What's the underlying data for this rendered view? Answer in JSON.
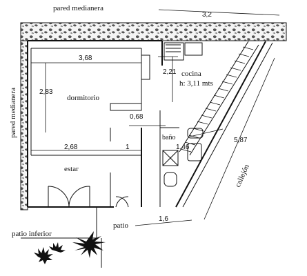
{
  "labels": {
    "top_wall": "pared medianera",
    "left_wall": "pared medianera",
    "bedroom": "dormitorio",
    "kitchen": "cocina",
    "height": "h: 3,11 mts",
    "bathroom": "baño",
    "living": "estar",
    "patio": "patio",
    "lower_patio": "patio inferior",
    "alley": "callejón"
  },
  "dimensions": {
    "top_width": "3,2",
    "room_width": "3,68",
    "room_height": "2,83",
    "kitchen_depth": "2,21",
    "door_gap": "0,68",
    "bath_width": "1,46",
    "alley_length": "5,87",
    "living_width": "2,68",
    "passage_width": "1",
    "patio_width": "1,6"
  }
}
